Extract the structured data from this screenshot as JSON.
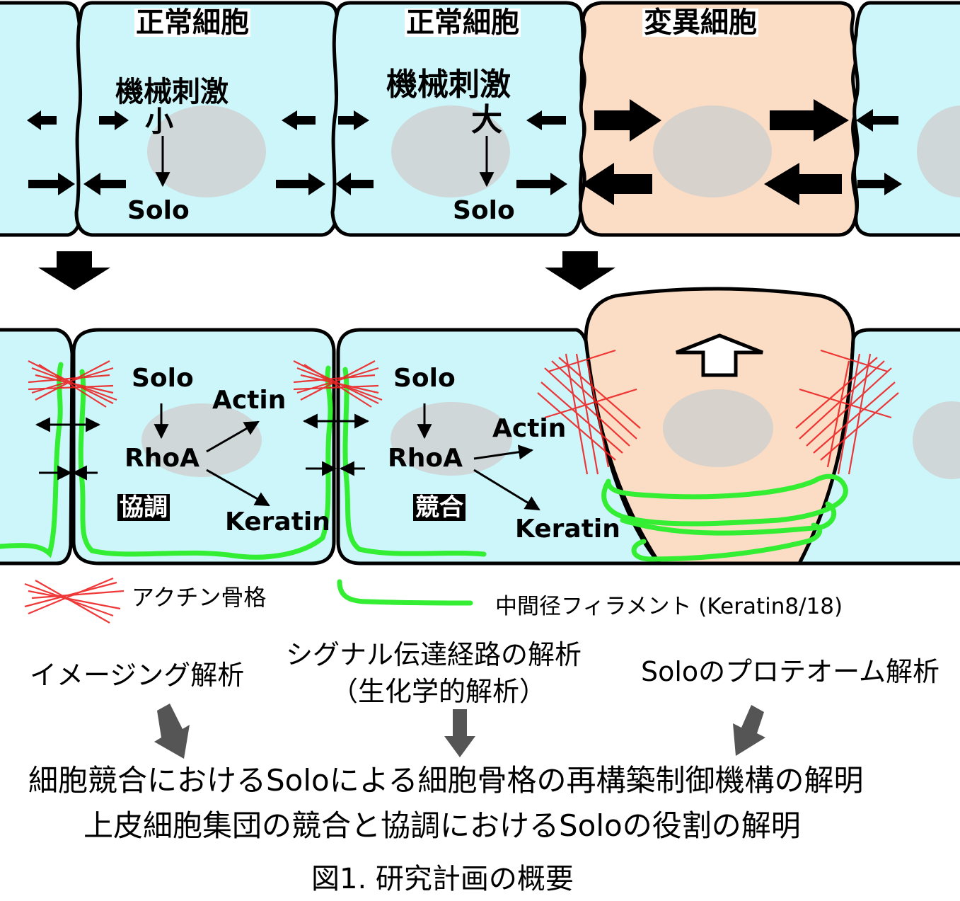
{
  "top_row": {
    "cell1_title": "正常細胞",
    "cell2_title": "正常細胞",
    "cell3_title": "変異細胞",
    "cell1_stimulus": "機械刺激",
    "cell1_level": "小",
    "cell1_output": "Solo",
    "cell2_stimulus": "機械刺激",
    "cell2_level": "大",
    "cell2_output": "Solo"
  },
  "bottom_row": {
    "left": {
      "solo": "Solo",
      "rhoa": "RhoA",
      "actin": "Actin",
      "keratin": "Keratin",
      "mode": "協調"
    },
    "right": {
      "solo": "Solo",
      "rhoa": "RhoA",
      "actin": "Actin",
      "keratin": "Keratin",
      "mode": "競合"
    }
  },
  "legend": {
    "actin_label": "アクチン骨格",
    "filament_label": "中間径フィラメント (Keratin8/18)"
  },
  "analyses": {
    "imaging": "イメージング解析",
    "signal_line1": "シグナル伝達経路の解析",
    "signal_line2": "（生化学的解析）",
    "proteome": "Soloのプロテオーム解析"
  },
  "conclusions": {
    "line1": "細胞競合におけるSoloによる細胞骨格の再構築制御機構の解明",
    "line2": "上皮細胞集団の競合と協調におけるSoloの役割の解明"
  },
  "caption": "図1. 研究計画の概要",
  "colors": {
    "normal_cell": "#ccf6fa",
    "mutant_cell": "#fbdcc4",
    "nucleus": "#d0d0d0",
    "actin": "#ee2222",
    "keratin": "#33ee33",
    "grey_arrow": "#555555"
  }
}
